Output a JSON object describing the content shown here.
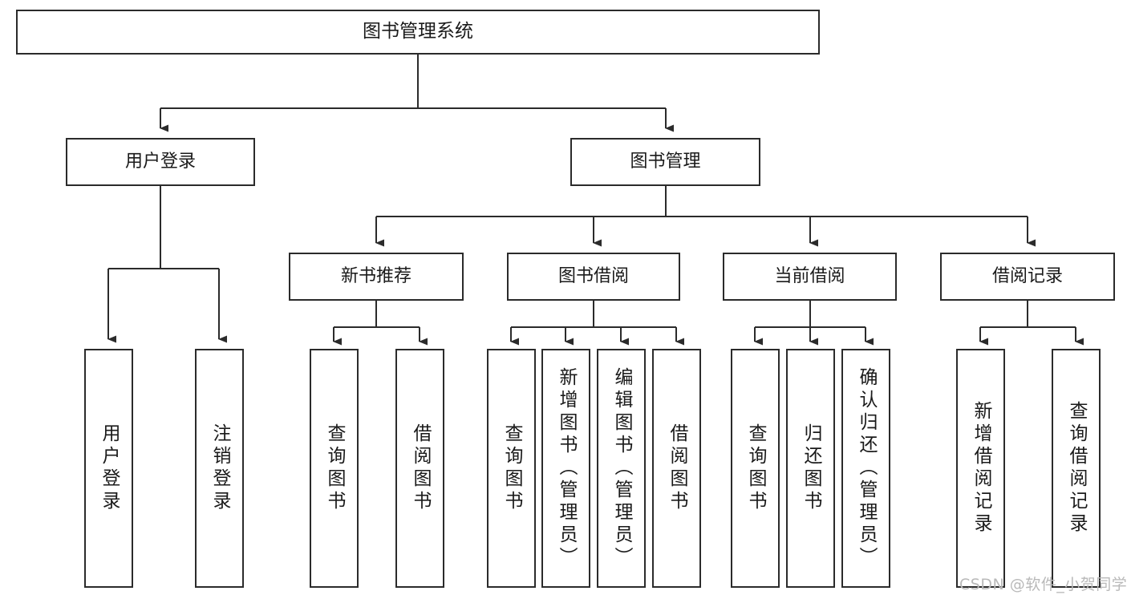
{
  "diagram": {
    "title": "图书管理系统",
    "type": "tree-hierarchy-chart",
    "colors": {
      "background": "#ffffff",
      "box_border": "#2b2b2b",
      "box_fill": "#ffffff",
      "connector": "#2b2b2b",
      "text": "#1a1a1a",
      "watermark": "#b9b9b9"
    },
    "root": {
      "label": "图书管理系统"
    },
    "level2": [
      {
        "label": "用户登录"
      },
      {
        "label": "图书管理"
      }
    ],
    "level3": [
      {
        "label": "新书推荐"
      },
      {
        "label": "图书借阅"
      },
      {
        "label": "当前借阅"
      },
      {
        "label": "借阅记录"
      }
    ],
    "leaves": {
      "user_login": [
        {
          "label": "用户登录"
        },
        {
          "label": "注销登录"
        }
      ],
      "new_book_recommend": [
        {
          "label": "查询图书"
        },
        {
          "label": "借阅图书"
        }
      ],
      "book_borrow": [
        {
          "label": "查询图书"
        },
        {
          "label": "新增图书（管理员）"
        },
        {
          "label": "编辑图书（管理员）"
        },
        {
          "label": "借阅图书"
        }
      ],
      "current_borrow": [
        {
          "label": "查询图书"
        },
        {
          "label": "归还图书"
        },
        {
          "label": "确认归还（管理员）"
        }
      ],
      "borrow_record": [
        {
          "label": "新增借阅记录"
        },
        {
          "label": "查询借阅记录"
        }
      ]
    },
    "watermark": "CSDN @软件_小贺同学"
  }
}
